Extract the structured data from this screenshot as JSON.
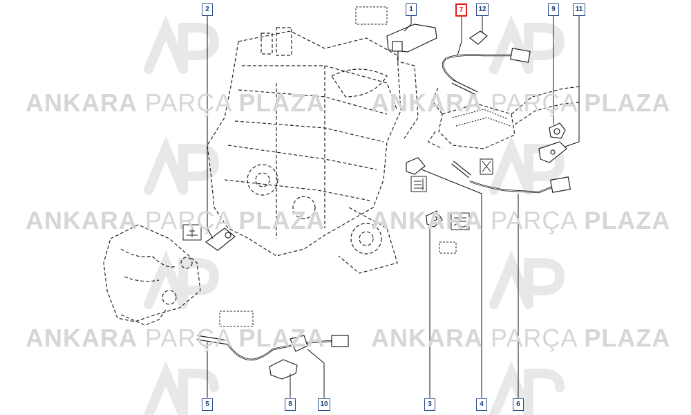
{
  "watermark": {
    "word1": "ANKARA",
    "word2": "PARÇA",
    "word3": "PLAZA",
    "logo_text": "AP"
  },
  "callouts": [
    {
      "id": "c1",
      "label": "1"
    },
    {
      "id": "c2",
      "label": "2"
    },
    {
      "id": "c3",
      "label": "3"
    },
    {
      "id": "c4",
      "label": "4"
    },
    {
      "id": "c5",
      "label": "5"
    },
    {
      "id": "c6",
      "label": "6"
    },
    {
      "id": "c7",
      "label": "7",
      "highlighted": true
    },
    {
      "id": "c8",
      "label": "8"
    },
    {
      "id": "c9",
      "label": "9"
    },
    {
      "id": "c10",
      "label": "10"
    },
    {
      "id": "c11",
      "label": "11"
    },
    {
      "id": "c12",
      "label": "12"
    }
  ],
  "colors": {
    "callout_border": "#2b4f8c",
    "highlight": "#e21b1b",
    "drawing": "#222222",
    "watermark": "#d6d6d6"
  }
}
